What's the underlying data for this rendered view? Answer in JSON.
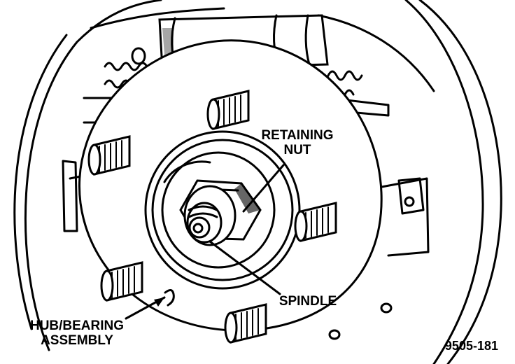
{
  "figure_id": "9505-181",
  "labels": {
    "retaining_nut_line1": "RETAINING",
    "retaining_nut_line2": "NUT",
    "spindle": "SPINDLE",
    "hub_line1": "HUB/BEARING",
    "hub_line2": "ASSEMBLY"
  }
}
